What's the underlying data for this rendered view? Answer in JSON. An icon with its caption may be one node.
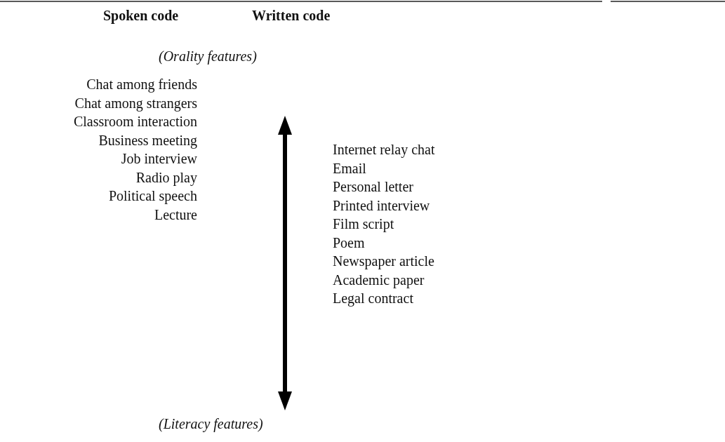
{
  "diagram": {
    "labels": [
      "Spoken code",
      "Written code",
      "(Orality features)",
      "Chat among friends",
      "Chat among strangers",
      "Classroom interaction",
      "Business meeting",
      "Job interview",
      "Radio play",
      "Political speech",
      "Lecture",
      "Internet relay chat",
      "Email",
      "Personal letter",
      "Printed interview",
      "Film script",
      "Poem",
      "Newspaper article",
      "Academic paper",
      "Legal contract",
      "(Literacy features)"
    ]
  }
}
